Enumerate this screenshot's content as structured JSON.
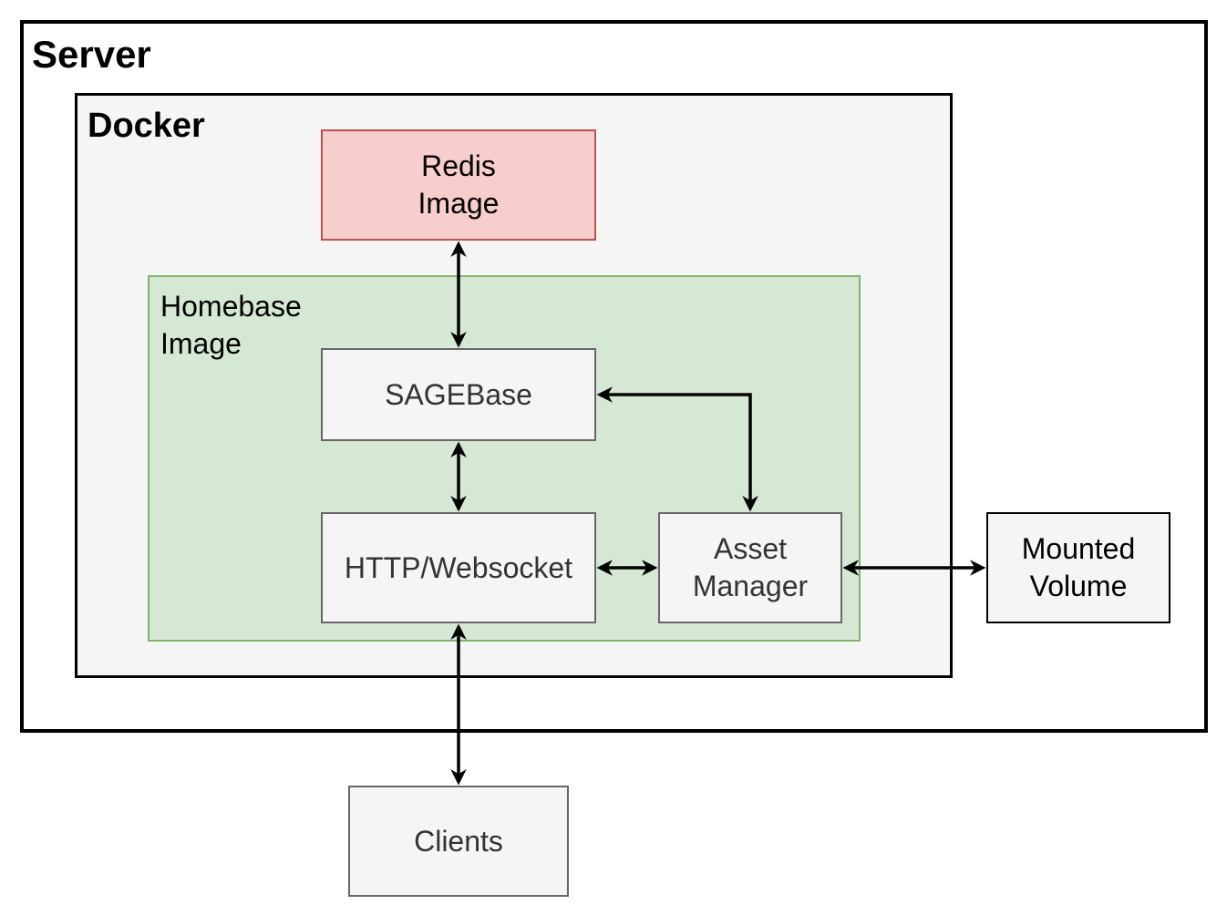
{
  "containers": {
    "server_label": "Server",
    "docker_label": "Docker",
    "homebase_label": "Homebase\nImage"
  },
  "nodes": {
    "redis": "Redis\nImage",
    "sagebase": "SAGEBase",
    "http_websocket": "HTTP/Websocket",
    "asset_manager": "Asset\nManager",
    "mounted_volume": "Mounted\nVolume",
    "clients": "Clients"
  },
  "connections": [
    {
      "from": "redis",
      "to": "sagebase",
      "direction": "both"
    },
    {
      "from": "sagebase",
      "to": "asset_manager",
      "direction": "both"
    },
    {
      "from": "sagebase",
      "to": "http_websocket",
      "direction": "both"
    },
    {
      "from": "http_websocket",
      "to": "asset_manager",
      "direction": "both"
    },
    {
      "from": "asset_manager",
      "to": "mounted_volume",
      "direction": "both"
    },
    {
      "from": "http_websocket",
      "to": "clients",
      "direction": "both"
    }
  ],
  "colors": {
    "redis_fill": "#f8cecc",
    "redis_stroke": "#b85450",
    "homebase_fill": "#d5e8d4",
    "homebase_stroke": "#82b366",
    "docker_fill": "#f5f5f5",
    "box_fill": "#f5f5f5",
    "box_stroke": "#666666"
  }
}
